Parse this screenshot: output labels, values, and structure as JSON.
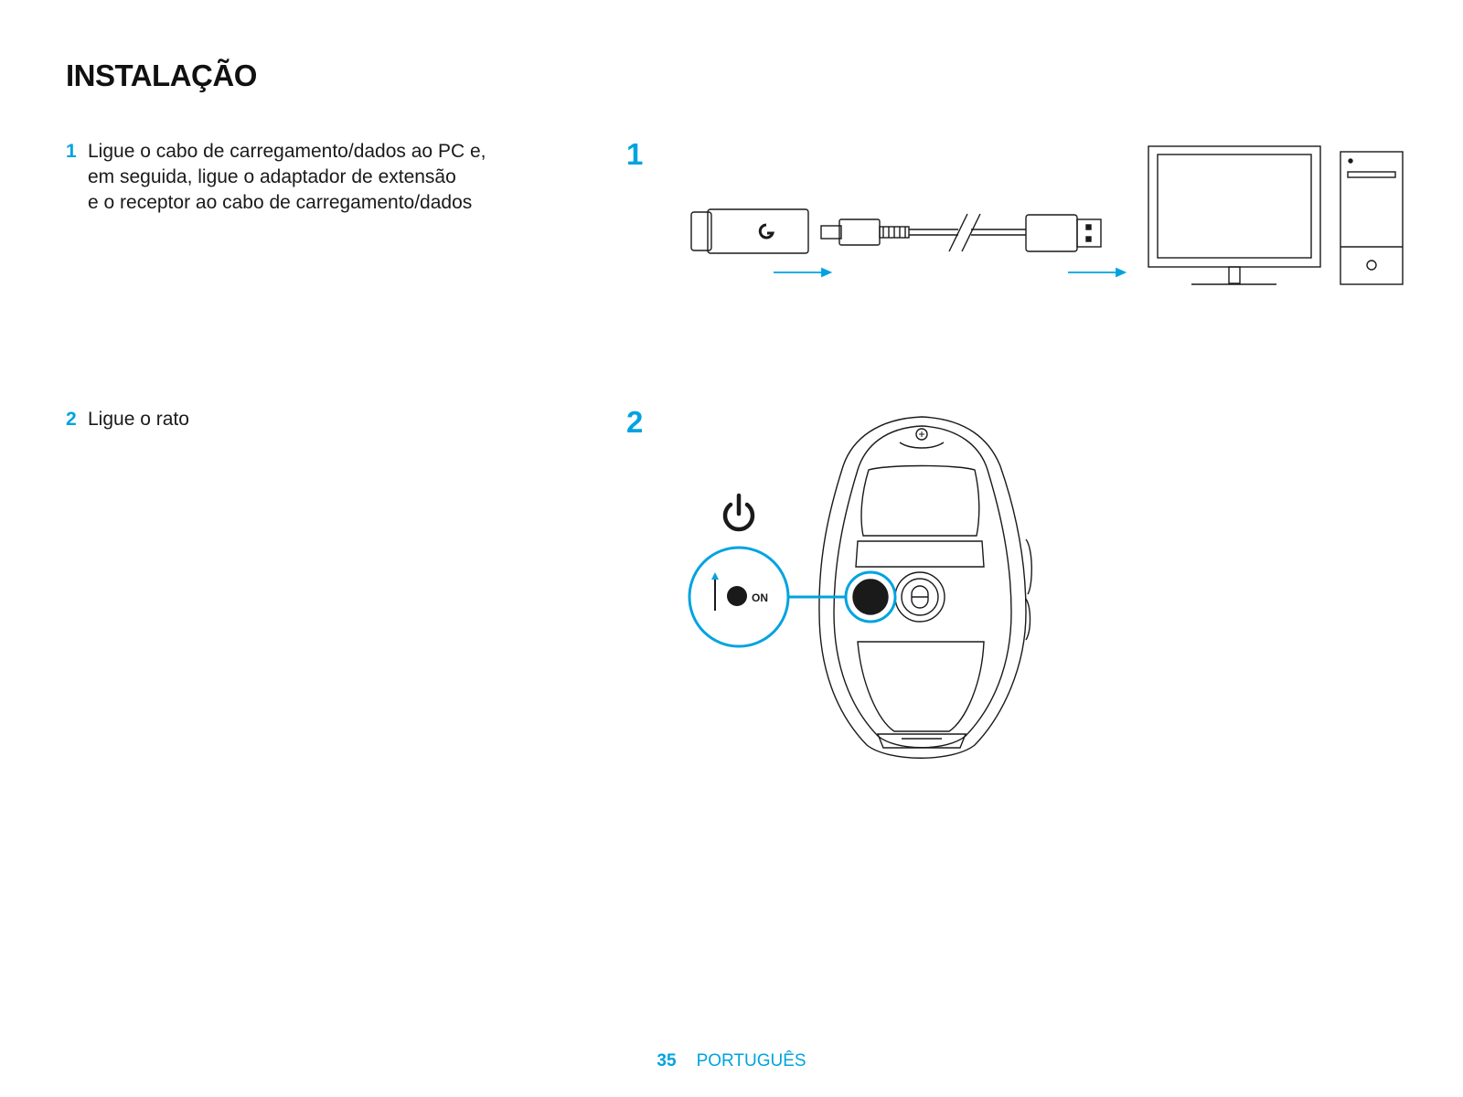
{
  "page": {
    "title": "INSTALAÇÃO",
    "accent_color": "#00a3e0"
  },
  "steps": [
    {
      "number": "1",
      "text": "Ligue o cabo de carregamento/dados ao PC e,\nem seguida, ligue o adaptador de extensão\ne o receptor ao cabo de carregamento/dados"
    },
    {
      "number": "2",
      "text": "Ligue o rato"
    }
  ],
  "figures": [
    {
      "number": "1",
      "icons": [
        "receiver-icon",
        "extension-adapter-icon",
        "cable-icon",
        "usb-plug-icon",
        "monitor-icon",
        "pc-tower-icon"
      ]
    },
    {
      "number": "2",
      "icons": [
        "power-icon",
        "on-switch-icon",
        "mouse-bottom-icon"
      ],
      "switch_label": "ON"
    }
  ],
  "footer": {
    "page_number": "35",
    "language": "PORTUGUÊS"
  }
}
